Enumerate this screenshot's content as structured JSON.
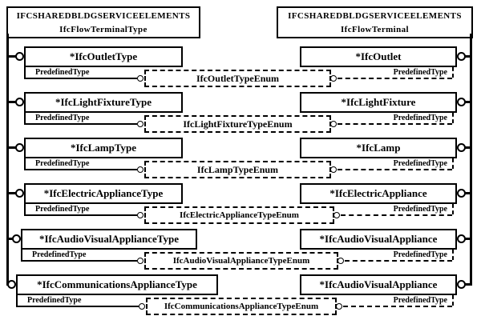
{
  "diagram": {
    "left_header": {
      "line1": "IFCSHAREDBLDGSERVICEELEMENTS",
      "line2": "IfcFlowTerminalType"
    },
    "right_header": {
      "line1": "IFCSHAREDBLDGSERVICEELEMENTS",
      "line2": "IfcFlowTerminal"
    },
    "colors": {
      "line": "#000000",
      "background": "#ffffff",
      "text": "#000000"
    }
  },
  "rows": [
    {
      "left_entity": "*IfcOutletType",
      "left_attr": "PredefinedType",
      "enum_type": "IfcOutletTypeEnum",
      "right_entity": "*IfcOutlet",
      "right_attr": "PredefinedType"
    },
    {
      "left_entity": "*IfcLightFixtureType",
      "left_attr": "PredefinedType",
      "enum_type": "IfcLightFixtureTypeEnum",
      "right_entity": "*IfcLightFixture",
      "right_attr": "PredefinedType"
    },
    {
      "left_entity": "*IfcLampType",
      "left_attr": "PredefinedType",
      "enum_type": "IfcLampTypeEnum",
      "right_entity": "*IfcLamp",
      "right_attr": "PredefinedType"
    },
    {
      "left_entity": "*IfcElectricApplianceType",
      "left_attr": "PredefinedType",
      "enum_type": "IfcElectricApplianceTypeEnum",
      "right_entity": "*IfcElectricAppliance",
      "right_attr": "PredefinedType"
    },
    {
      "left_entity": "*IfcAudioVisualApplianceType",
      "left_attr": "PredefinedType",
      "enum_type": "IfcAudioVisualApplianceTypeEnum",
      "right_entity": "*IfcAudioVisualAppliance",
      "right_attr": "PredefinedType"
    },
    {
      "left_entity": "*IfcCommunicationsApplianceType",
      "left_attr": "PredefinedType",
      "enum_type": "IfcCommunicationsApplianceTypeEnum",
      "right_entity": "*IfcAudioVisualAppliance",
      "right_attr": "PredefinedType"
    }
  ]
}
